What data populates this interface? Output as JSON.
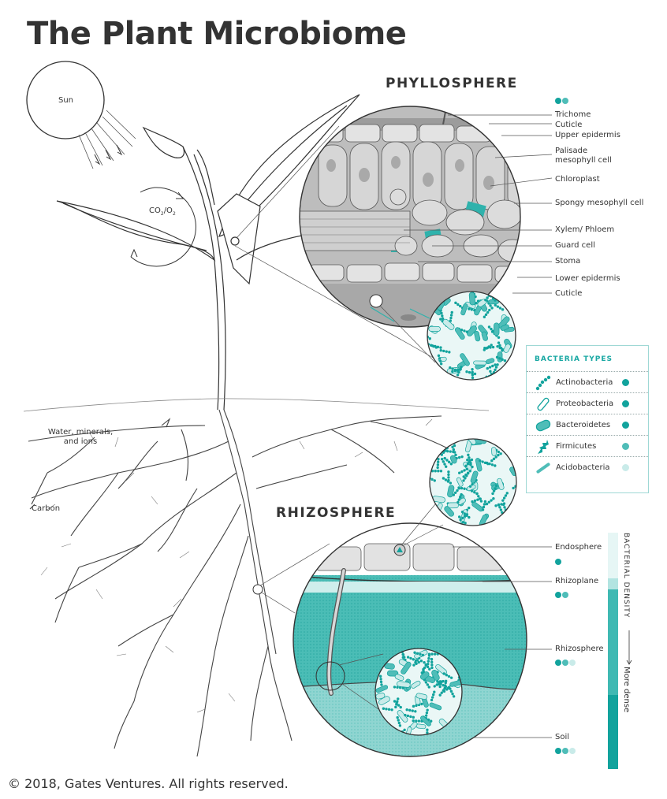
{
  "title": "The Plant Microbiome",
  "copyright": "© 2018, Gates Ventures. All rights reserved.",
  "sun_label": "Sun",
  "gas_label_main": "CO",
  "gas_label_sub1": "2",
  "gas_label_mid": "/O",
  "gas_label_sub2": "2",
  "root_labels": {
    "water": "Water, minerals, and ions",
    "carbon": "Carbon"
  },
  "phyllosphere": {
    "heading": "PHYLLOSPHERE",
    "labels": [
      "Trichome",
      "Cuticle",
      "Upper epidermis",
      "Palisade mesophyll cell",
      "Chloroplast",
      "Spongy mesophyll cell",
      "Xylem/ Phloem",
      "Guard cell",
      "Stoma",
      "Lower epidermis",
      "Cuticle"
    ]
  },
  "rhizosphere": {
    "heading": "RHIZOSPHERE",
    "zones": [
      {
        "name": "Endosphere",
        "dots": 1
      },
      {
        "name": "Rhizoplane",
        "dots": 2
      },
      {
        "name": "Rhizosphere",
        "dots": 3
      },
      {
        "name": "Soil",
        "dots": 3
      }
    ]
  },
  "bacteria_legend": {
    "title": "BACTERIA TYPES",
    "types": [
      {
        "name": "Actinobacteria",
        "icon": "chain-bacteria-icon",
        "color": "#11a39e"
      },
      {
        "name": "Proteobacteria",
        "icon": "rod-bacteria-icon",
        "color": "#11a39e"
      },
      {
        "name": "Bacteroidetes",
        "icon": "capsule-bacteria-icon",
        "color": "#11a39e"
      },
      {
        "name": "Firmicutes",
        "icon": "spiky-bacteria-icon",
        "color": "#4fbdb8"
      },
      {
        "name": "Acidobacteria",
        "icon": "thin-rod-bacteria-icon",
        "color": "#c9ebe9"
      }
    ]
  },
  "density_scale": {
    "title": "BACTERIAL DENSITY",
    "arrow_label": "More dense",
    "colors": [
      "#e6f6f5",
      "#b2e4e1",
      "#3fb9b3",
      "#12a39d"
    ]
  },
  "colors": {
    "teal": "#12a39d",
    "teal_mid": "#4fbdb8",
    "teal_light": "#c9ebe9",
    "ink": "#333333",
    "cell_gray": "#d9d9d9"
  }
}
